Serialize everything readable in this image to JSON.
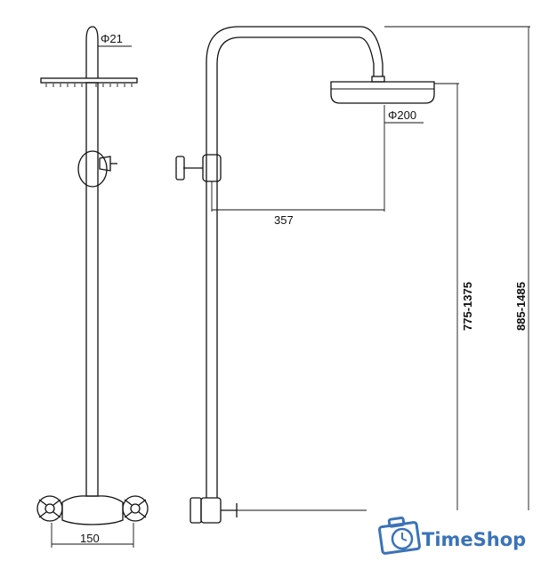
{
  "front_view": {
    "pipe_diameter_label": "Φ21",
    "tap_spacing_label": "150"
  },
  "side_view": {
    "head_diameter_label": "Φ200",
    "arm_reach_label": "357",
    "head_height_range_label": "775-1375",
    "total_height_range_label": "885-1485"
  },
  "brand": {
    "name": "TimeShop",
    "color": "#3a73b8",
    "icon": "suitcase-clock-icon"
  }
}
